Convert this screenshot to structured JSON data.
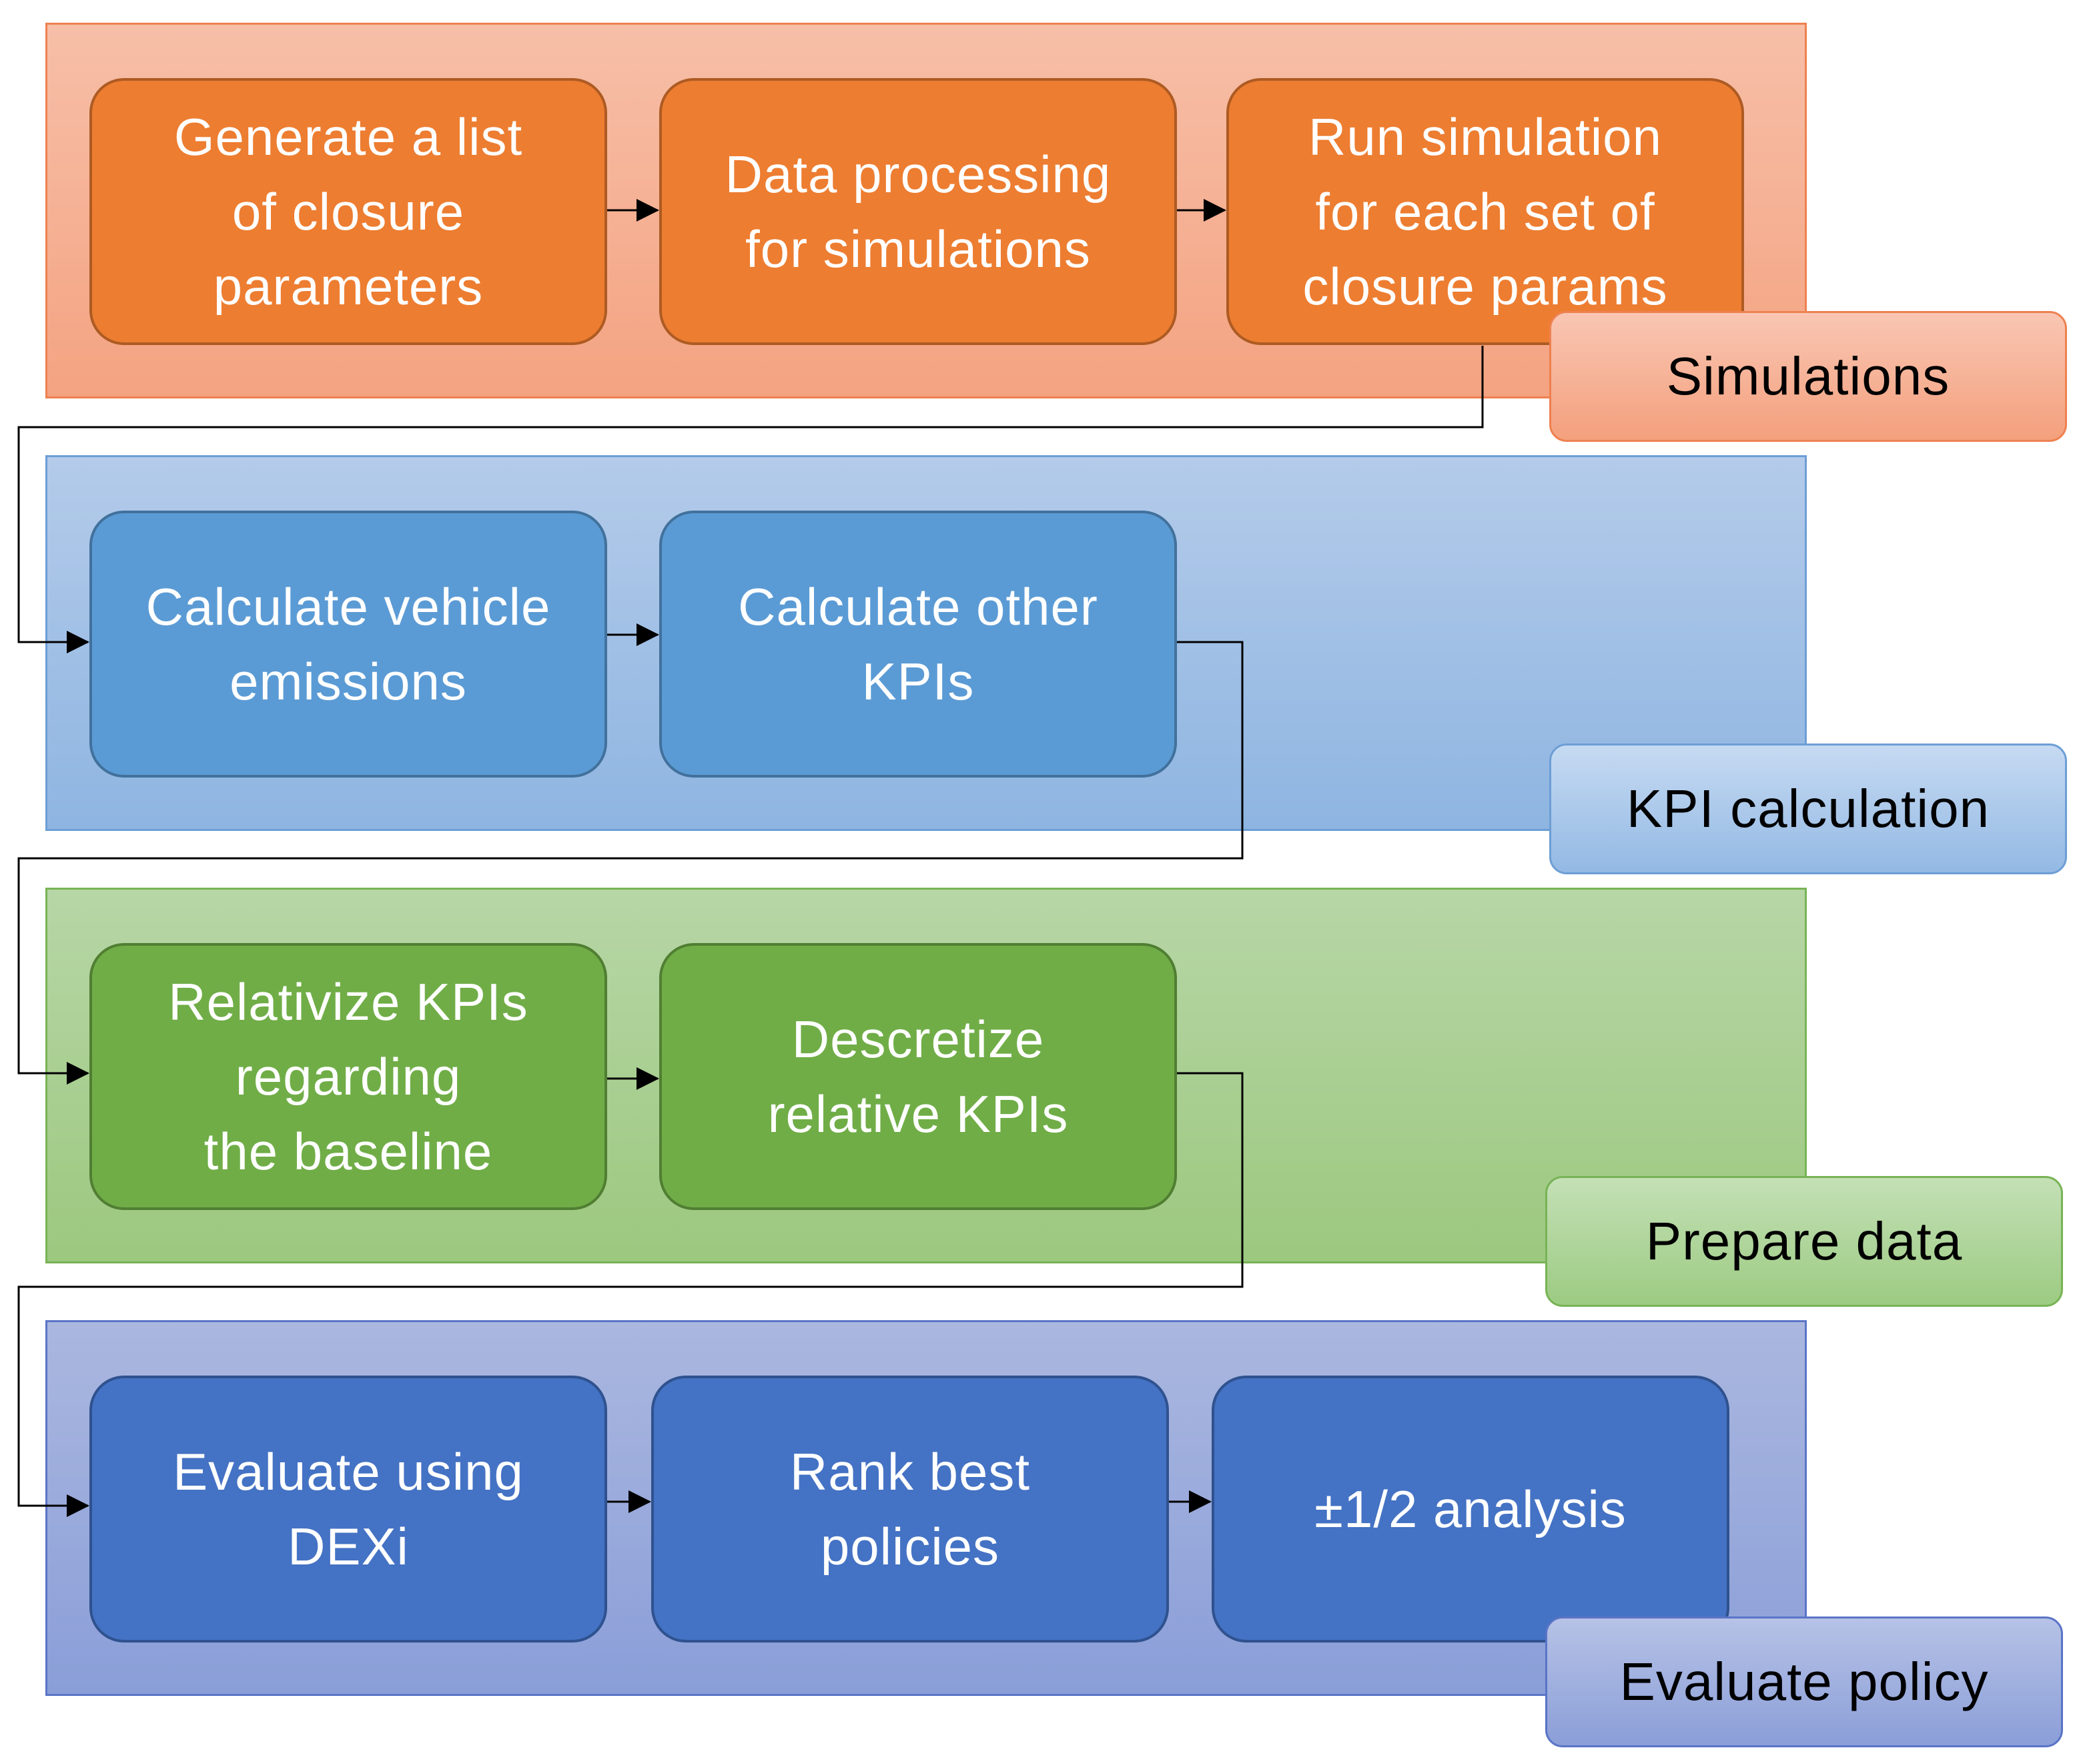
{
  "stages": {
    "simulations": {
      "label": "Simulations",
      "steps": [
        "Generate a list\nof closure\nparameters",
        "Data processing\nfor simulations",
        "Run simulation\nfor each set of\nclosure params"
      ]
    },
    "kpi_calculation": {
      "label": "KPI calculation",
      "steps": [
        "Calculate vehicle\nemissions",
        "Calculate other\nKPIs"
      ]
    },
    "prepare_data": {
      "label": "Prepare data",
      "steps": [
        "Relativize KPIs\nregarding\nthe baseline",
        "Descretize\nrelative KPIs"
      ]
    },
    "evaluate_policy": {
      "label": "Evaluate policy",
      "steps": [
        "Evaluate using\nDEXi",
        "Rank best\npolicies",
        "±1/2 analysis"
      ]
    }
  },
  "colors": {
    "simulations": "#ed7d31",
    "kpi_calculation": "#5b9bd5",
    "prepare_data": "#70ad47",
    "evaluate_policy": "#4472c4",
    "connector": "#000000"
  }
}
